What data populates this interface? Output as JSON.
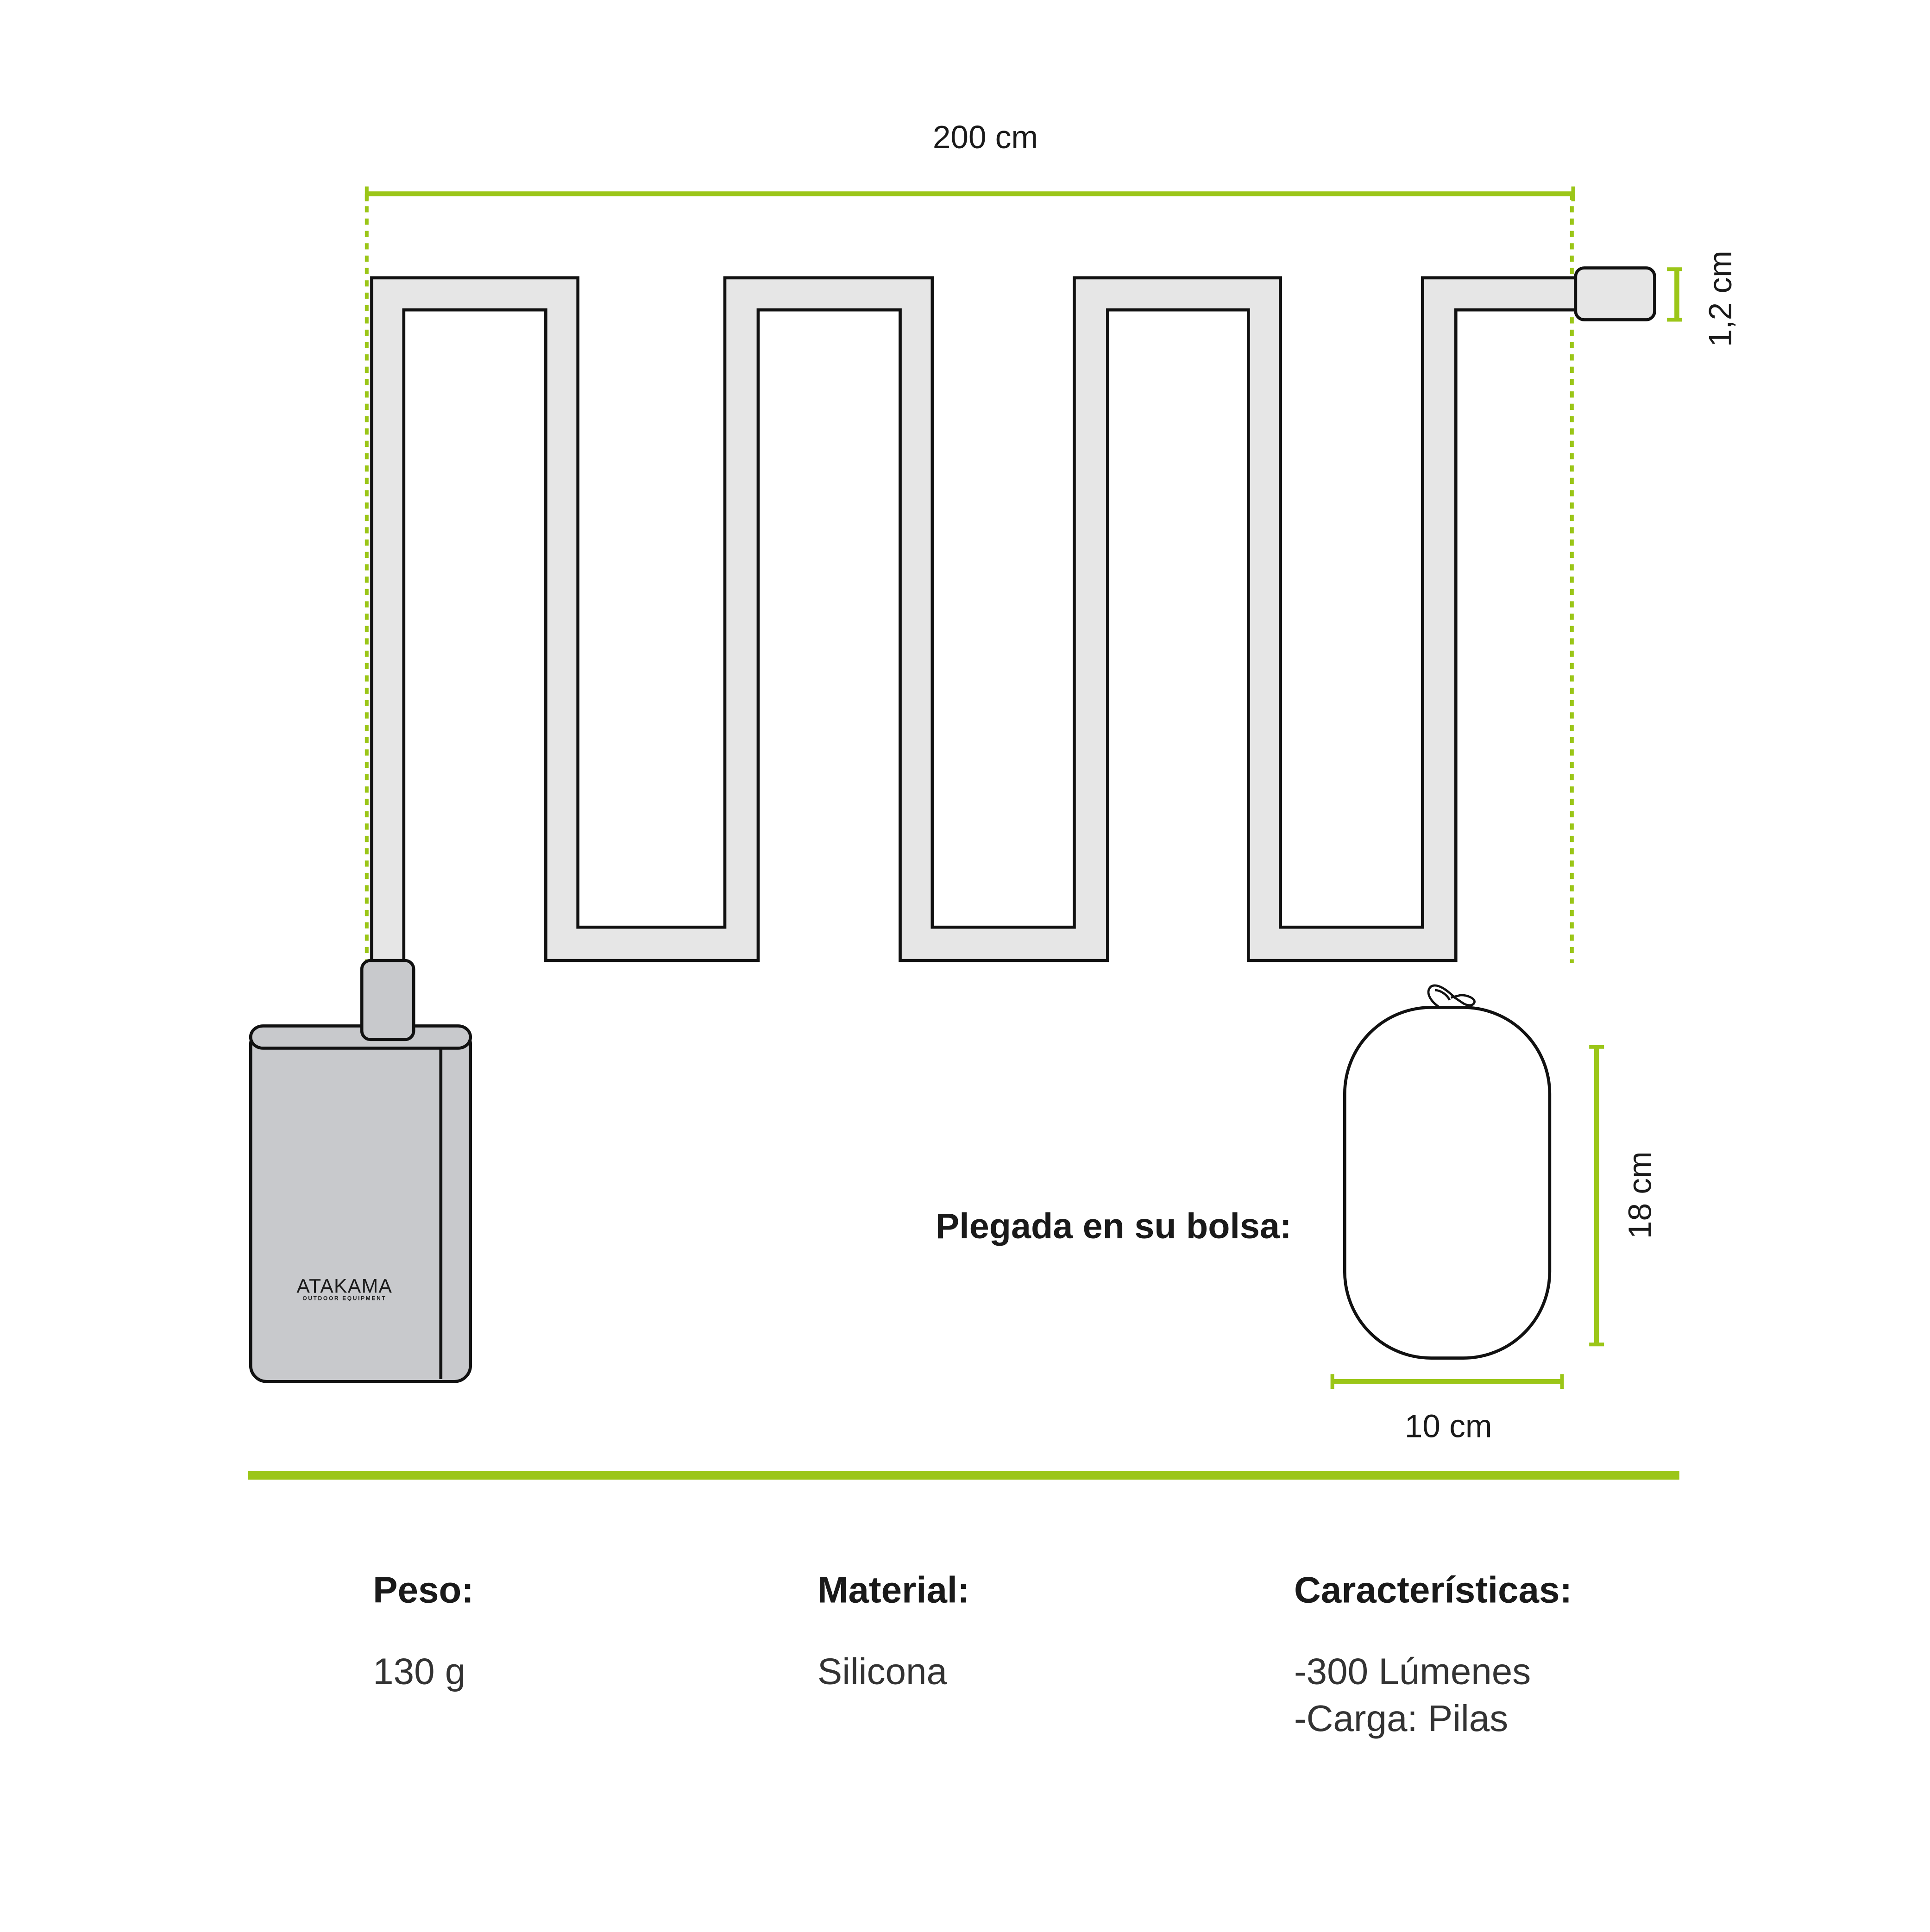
{
  "colors": {
    "accent": "#9bc618",
    "strip_fill": "#e6e6e6",
    "box_fill": "#c8c9cc",
    "outline": "#111111"
  },
  "dimensions": {
    "length": "200 cm",
    "thickness": "1,2 cm",
    "bag_height": "18 cm",
    "bag_width": "10 cm"
  },
  "brand": {
    "name": "ATAKAMA",
    "tagline": "OUTDOOR EQUIPMENT"
  },
  "folded_label": "Plegada en su bolsa:",
  "specs": {
    "weight": {
      "label": "Peso:",
      "value": "130 g"
    },
    "material": {
      "label": "Material:",
      "value": "Silicona"
    },
    "features": {
      "label": "Características:",
      "items": [
        "-300 Lúmenes",
        "-Carga: Pilas"
      ]
    }
  }
}
